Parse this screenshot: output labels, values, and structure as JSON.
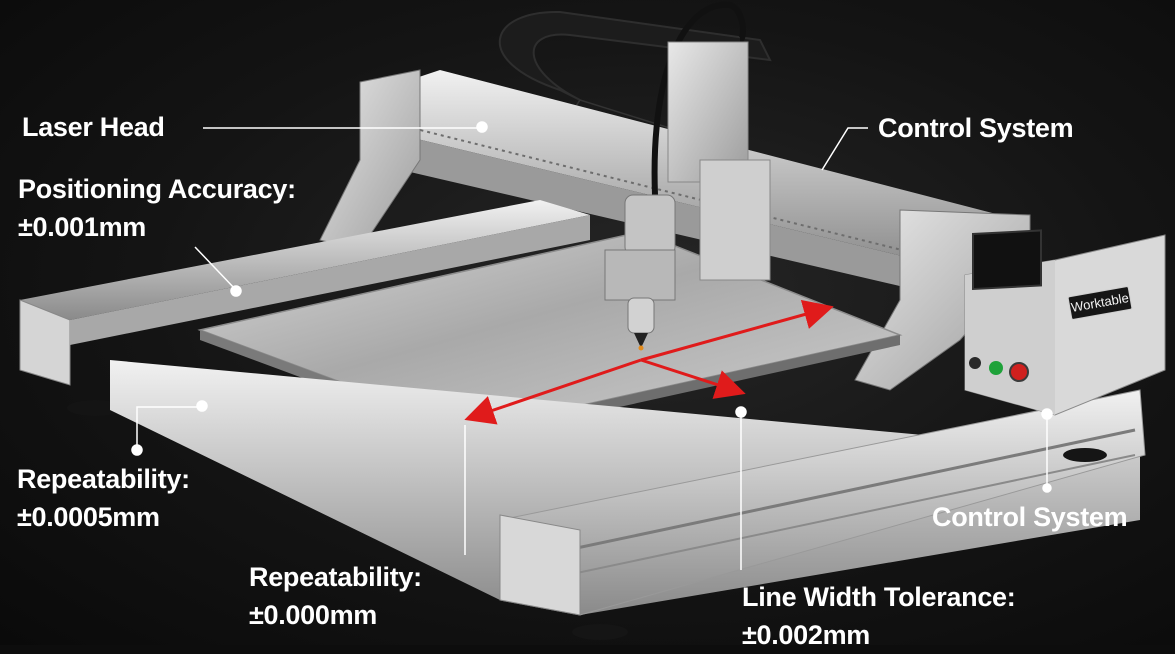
{
  "image": {
    "subject": "Laser engraving / CNC gantry machine with spec callouts",
    "background_color": "#0d0d0d",
    "accent_color": "#e01b1b"
  },
  "callouts": {
    "laser_head": {
      "label": "Laser Head"
    },
    "positioning_accuracy": {
      "label": "Positioning Accuracy:",
      "value": "±0.001mm"
    },
    "control_system_top": {
      "label": "Control System"
    },
    "repeatability_left": {
      "label": "Repeatability:",
      "value": "±0.0005mm"
    },
    "repeatability_bottom": {
      "label": "Repeatability:",
      "value": "±0.000mm"
    },
    "line_width_tolerance": {
      "label": "Line Width Tolerance:",
      "value": "±0.002mm"
    },
    "control_system_bottom": {
      "label": "Control System"
    }
  },
  "control_box": {
    "badge": "Worktable",
    "buttons": [
      {
        "name": "black-button",
        "color": "#2a2a2a"
      },
      {
        "name": "start-button",
        "color": "#1fa23a"
      },
      {
        "name": "emergency-stop-button",
        "color": "#d0201e"
      }
    ]
  }
}
